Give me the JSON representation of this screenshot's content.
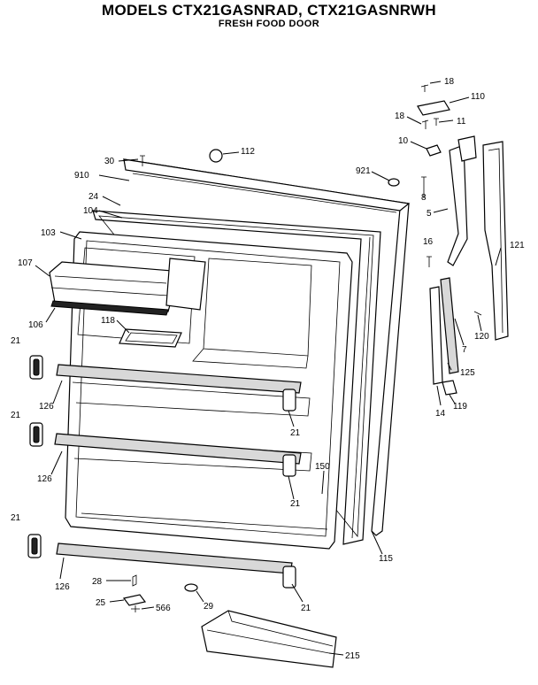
{
  "header": {
    "title": "MODELS CTX21GASNRAD, CTX21GASNRWH",
    "subtitle": "FRESH FOOD DOOR"
  },
  "callouts": {
    "c18a": "18",
    "c110": "110",
    "c18b": "18",
    "c11": "11",
    "c10": "10",
    "c30": "30",
    "c112": "112",
    "c910": "910",
    "c921": "921",
    "c8": "8",
    "c24": "24",
    "c104": "104",
    "c5": "5",
    "c103": "103",
    "c16": "16",
    "c121": "121",
    "c107": "107",
    "c106": "106",
    "c118": "118",
    "c7": "7",
    "c120": "120",
    "c21a": "21",
    "c125": "125",
    "c126a": "126",
    "c14": "14",
    "c119": "119",
    "c21b": "21",
    "c21c": "21",
    "c150": "150",
    "c126b": "126",
    "c21d": "21",
    "c21e": "21",
    "c115": "115",
    "c126c": "126",
    "c28": "28",
    "c25": "25",
    "c566": "566",
    "c29": "29",
    "c21f": "21",
    "c215": "215"
  }
}
